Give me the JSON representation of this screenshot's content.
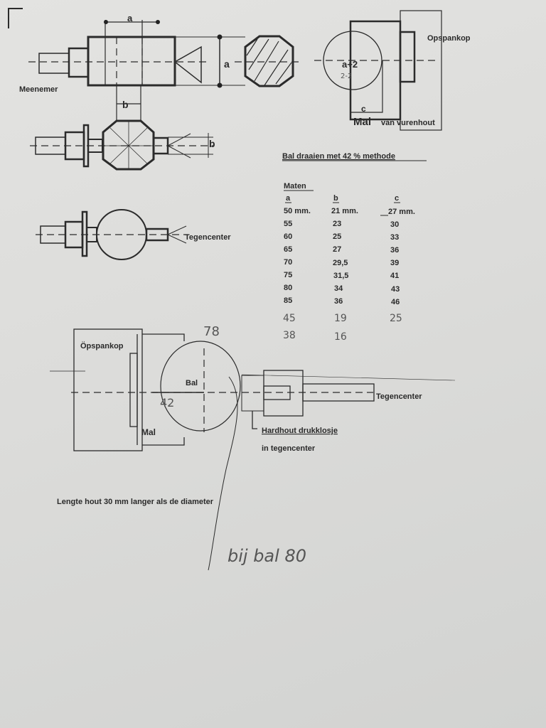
{
  "top_diagram": {
    "label_a_top": "a",
    "label_a_side": "a",
    "label_b_top": "b",
    "label_b_side": "b",
    "label_meenemer": "Meenemer",
    "label_tegencenter": "Tegencenter",
    "label_opspankop": "Opspankop",
    "label_a_plus_2": "a+2",
    "label_c": "c",
    "label_handwritten_2": "2-2",
    "mal_label": "Mal",
    "mal_sub": "van vurenhout"
  },
  "table": {
    "title": "Bal draaien met 42 % methode",
    "subtitle": "Maten",
    "headers": [
      "a",
      "b",
      "c"
    ],
    "rows": [
      [
        "50 mm.",
        "21 mm.",
        "27 mm."
      ],
      [
        "55",
        "23",
        "30"
      ],
      [
        "60",
        "25",
        "33"
      ],
      [
        "65",
        "27",
        "36"
      ],
      [
        "70",
        "29,5",
        "39"
      ],
      [
        "75",
        "31,5",
        "41"
      ],
      [
        "80",
        "34",
        "43"
      ],
      [
        "85",
        "36",
        "46"
      ]
    ],
    "handwritten_rows": [
      [
        "45",
        "19",
        "25"
      ],
      [
        "38",
        "16",
        ""
      ]
    ]
  },
  "bottom_diagram": {
    "label_opspankop": "Öpspankop",
    "label_mal": "Mal",
    "label_bal": "Bal",
    "handwritten_42": "42",
    "handwritten_78": "78",
    "label_tegencenter": "Tegencenter",
    "label_drukklosje": "Hardhout drukklosje",
    "label_drukklosje_2": "in tegencenter"
  },
  "note": "Lengte hout 30 mm langer als de diameter",
  "handwritten_note": "bij bal 80"
}
